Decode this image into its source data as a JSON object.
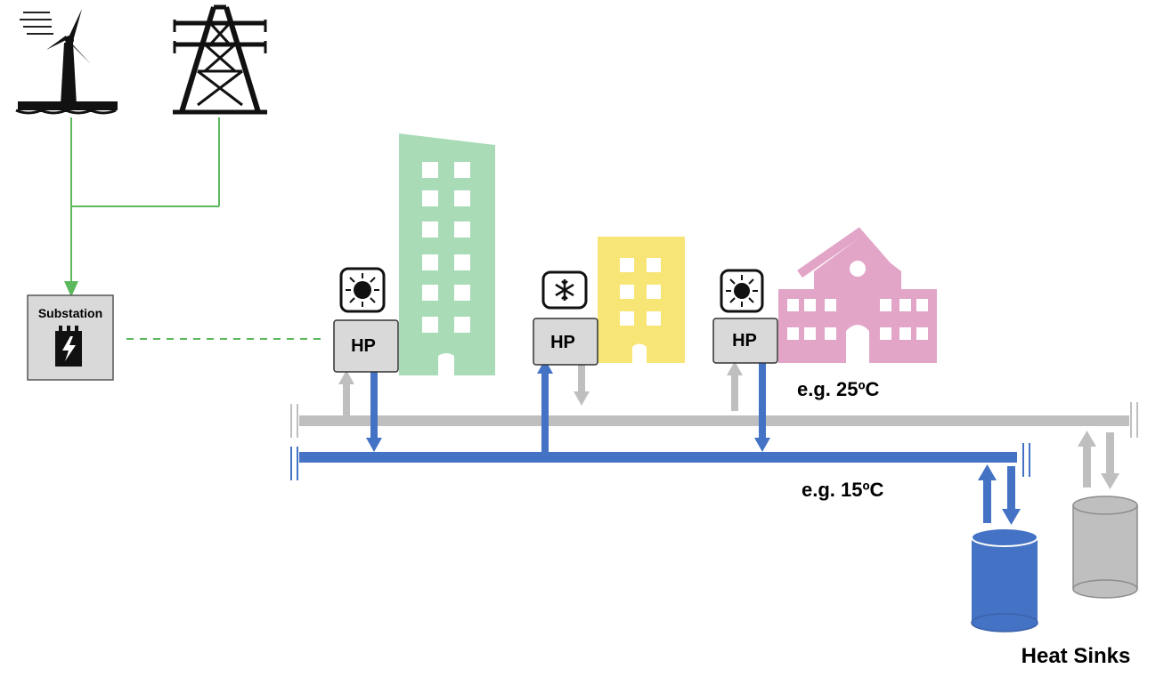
{
  "substation": {
    "label": "Substation"
  },
  "heat_pumps": [
    {
      "label": "HP",
      "mode": "sun-heating-icon"
    },
    {
      "label": "HP",
      "mode": "snowflake-cooling-icon"
    },
    {
      "label": "HP",
      "mode": "sun-heating-icon"
    }
  ],
  "warm_pipe": {
    "label": "e.g. 25ºC",
    "color": "#bfbfbf"
  },
  "cold_pipe": {
    "label": "e.g. 15ºC",
    "color": "#4472c4"
  },
  "heat_sinks": {
    "label": "Heat Sinks"
  },
  "colors": {
    "grid_line": "#5cb85c",
    "tall_building": "#a8dbb6",
    "mid_building": "#f7e676",
    "school_building": "#e2a5c8",
    "hp_box": "#d9d9d9"
  }
}
